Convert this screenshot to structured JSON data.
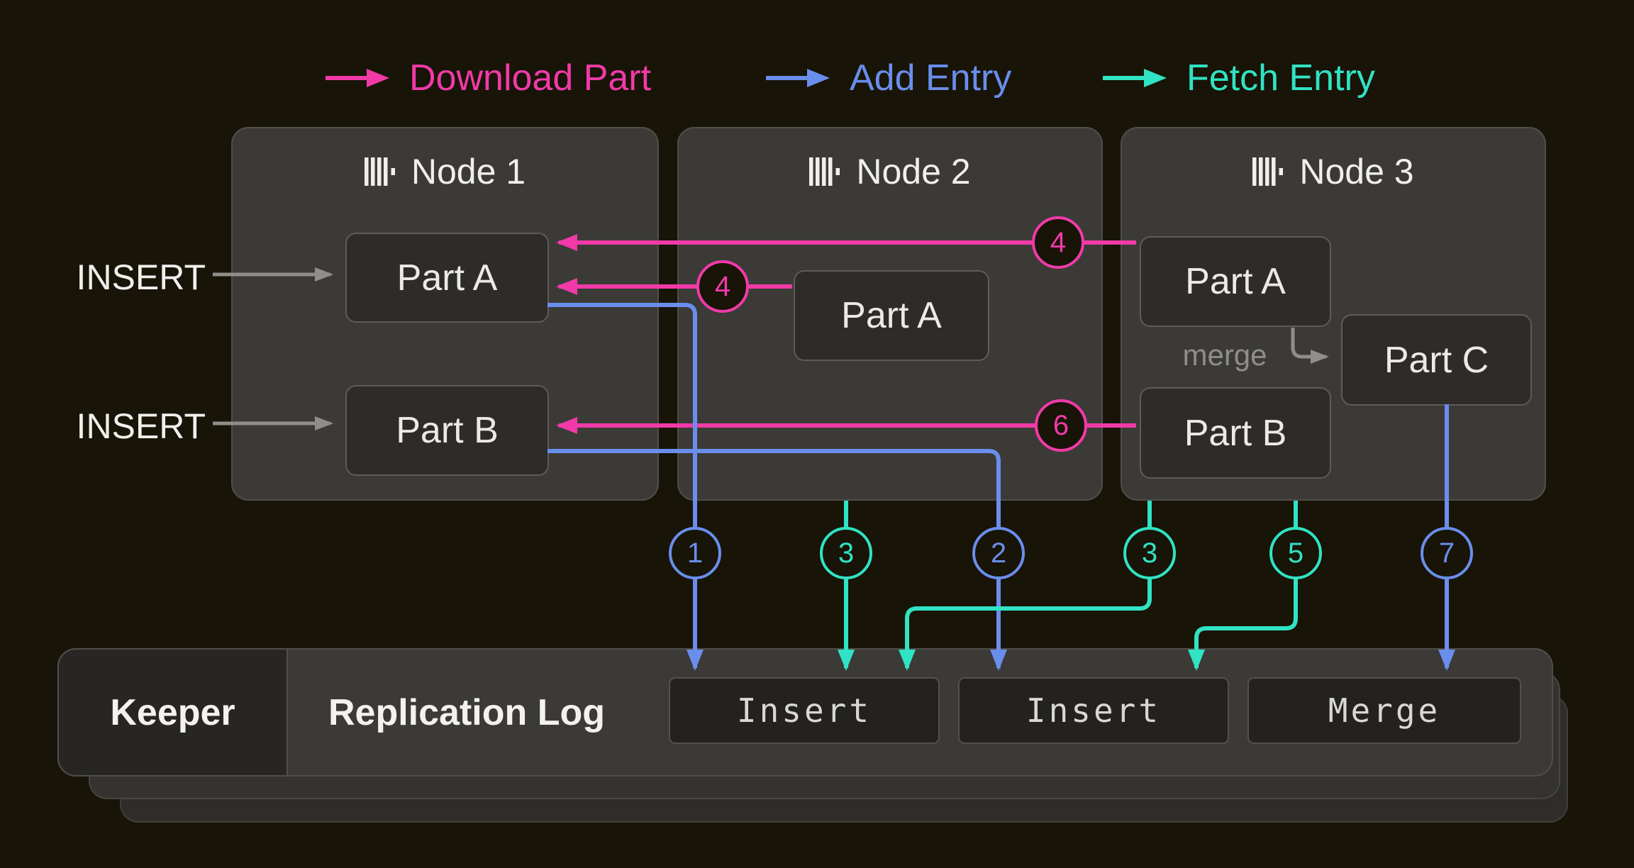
{
  "colors": {
    "background": "#181407",
    "download_part_pink": "#f13aa8",
    "add_entry_blue": "#6a8eec",
    "fetch_entry_teal": "#30e3c4",
    "node_fill": "#3b3a37",
    "part_fill": "#2d2c29",
    "log_entry_fill": "#232221"
  },
  "legend": {
    "items": [
      {
        "label": "Download Part"
      },
      {
        "label": "Add Entry"
      },
      {
        "label": "Fetch Entry"
      }
    ]
  },
  "nodes": [
    {
      "title": "Node 1",
      "parts": {
        "a": "Part A",
        "b": "Part B"
      }
    },
    {
      "title": "Node 2",
      "parts": {
        "a": "Part A"
      }
    },
    {
      "title": "Node 3",
      "parts": {
        "a": "Part A",
        "b": "Part B",
        "c": "Part C"
      },
      "merge_label": "merge"
    }
  ],
  "insert_labels": {
    "first": "INSERT",
    "second": "INSERT"
  },
  "badges": {
    "add_entry_1": "1",
    "add_entry_2": "2",
    "fetch_node2_3": "3",
    "fetch_node3_3": "3",
    "download_node2_4": "4",
    "download_node3_4": "4",
    "fetch_node3_5": "5",
    "download_node3_6": "6",
    "merge_entry_7": "7"
  },
  "keeper": {
    "label": "Keeper"
  },
  "replication_log": {
    "title": "Replication Log",
    "entries": [
      "Insert",
      "Insert",
      "Merge"
    ]
  }
}
